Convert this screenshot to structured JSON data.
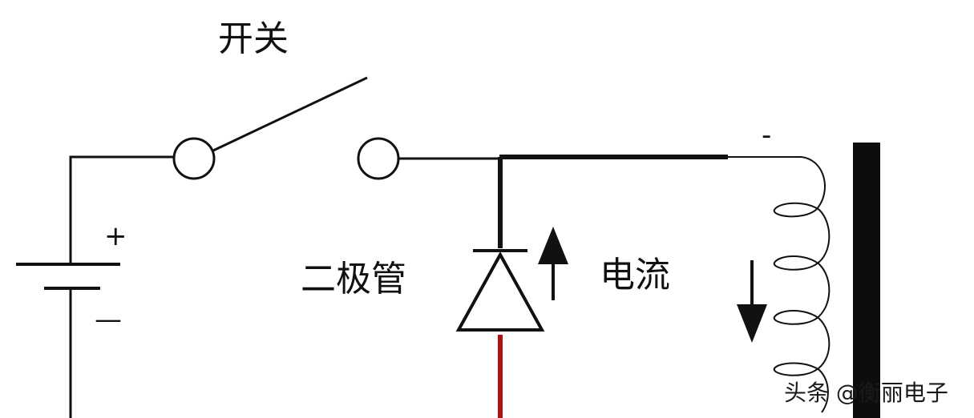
{
  "labels": {
    "switch": "开关",
    "diode": "二极管",
    "current": "电流",
    "battery_plus": "+",
    "battery_minus": "—",
    "coil_minus": "-"
  },
  "watermark": "头条 @衡丽电子",
  "colors": {
    "wire": "#111111",
    "red_wire": "#b01010",
    "core": "#0d0d0d"
  }
}
